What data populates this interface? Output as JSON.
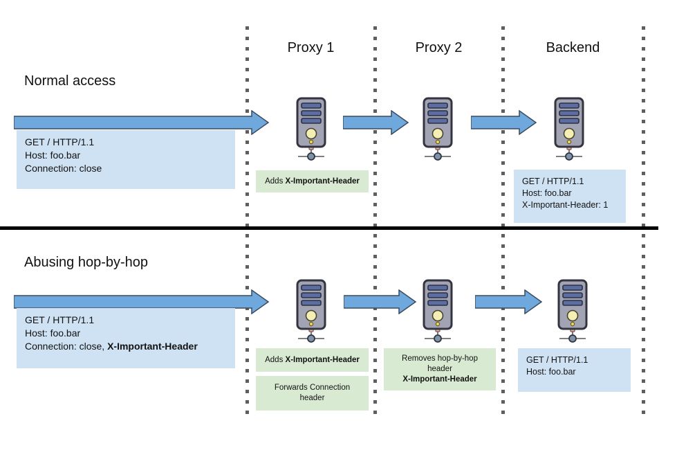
{
  "columns": [
    {
      "label": "Proxy 1"
    },
    {
      "label": "Proxy 2"
    },
    {
      "label": "Backend"
    }
  ],
  "colors": {
    "request_box": "#cfe2f3",
    "action_box": "#d9ead3",
    "arrow_fill": "#6fa8dc",
    "arrow_stroke": "#3a4a5c",
    "dotted_line": "#5f5f5f",
    "divider": "#000000"
  },
  "normal_section": {
    "heading": "Normal access",
    "request_box": {
      "line1": "GET / HTTP/1.1",
      "line2": "Host: foo.bar",
      "line3": "Connection: close"
    },
    "proxy1_action": {
      "text": "Adds ",
      "bold": "X-Important-Header"
    },
    "backend_box": {
      "line1": "GET / HTTP/1.1",
      "line2": "Host: foo.bar",
      "line3": "X-Important-Header: 1"
    }
  },
  "abuse_section": {
    "heading": "Abusing hop-by-hop",
    "request_box": {
      "line1": "GET / HTTP/1.1",
      "line2": "Host: foo.bar",
      "line3_text": "Connection: close, ",
      "line3_bold": "X-Important-Header"
    },
    "proxy1_action1": {
      "text": "Adds ",
      "bold": "X-Important-Header"
    },
    "proxy1_action2": {
      "line1": "Forwards Connection",
      "line2": "header"
    },
    "proxy2_action": {
      "line1": "Removes hop-by-hop",
      "line2": "header",
      "line3_bold": "X-Important-Header"
    },
    "backend_box": {
      "line1": "GET / HTTP/1.1",
      "line2": "Host: foo.bar"
    }
  }
}
